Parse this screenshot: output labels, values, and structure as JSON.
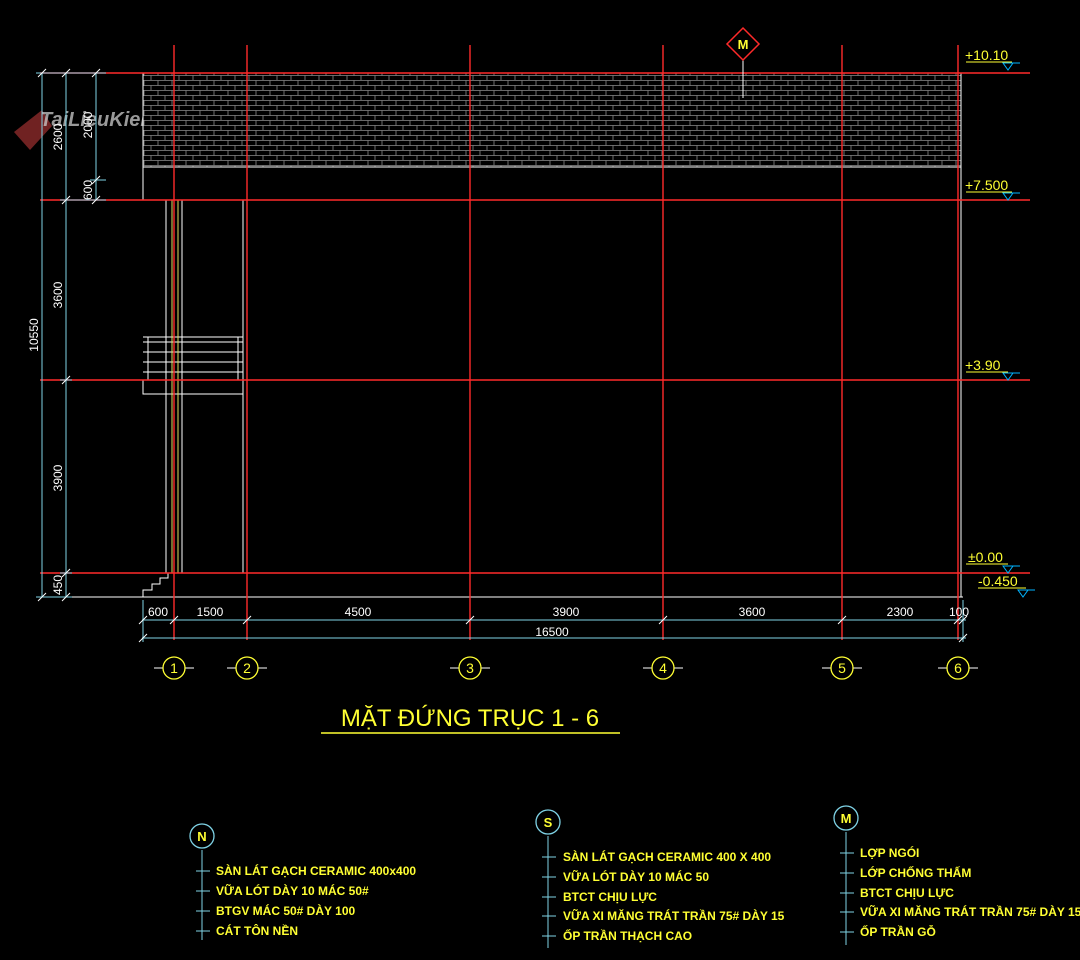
{
  "watermark": "TaiLieuKienTruc.Net",
  "drawing_title": "MẶT ĐỨNG TRỤC 1 - 6",
  "levels": [
    "+10.10",
    "+7.500",
    "+3.90",
    "±0.00",
    "-0.450"
  ],
  "vertical_dims": {
    "inner": [
      "2000",
      "600",
      "3600",
      "3900",
      "450"
    ],
    "mid": "2600",
    "overall": "10550"
  },
  "horizontal_dims": {
    "segments": [
      "600",
      "1500",
      "4500",
      "3900",
      "3600",
      "2300",
      "100"
    ],
    "total": "16500"
  },
  "axes": [
    "1",
    "2",
    "3",
    "4",
    "5",
    "6"
  ],
  "tag_on_roof": "M",
  "legends": [
    {
      "id": "N",
      "items": [
        "SÀN LÁT GẠCH CERAMIC 400x400",
        "VỮA LÓT DÀY 10 MÁC 50#",
        "BTGV MÁC 50# DÀY 100",
        "CÁT TÔN NỀN"
      ]
    },
    {
      "id": "S",
      "items": [
        "SÀN LÁT GẠCH CERAMIC 400 X 400",
        "VỮA LÓT DÀY 10 MÁC 50",
        "BTCT CHỊU LỰC",
        "VỮA XI MĂNG TRÁT TRẦN 75# DÀY 15",
        "ỐP TRẦN THẠCH CAO"
      ]
    },
    {
      "id": "M",
      "items": [
        "LỢP NGÓI",
        "LỚP CHỐNG THẤM",
        "BTCT CHỊU LỰC",
        "VỮA XI MĂNG TRÁT TRẦN 75# DÀY 15",
        "ỐP TRẦN GỖ"
      ]
    }
  ],
  "colors": {
    "background": "#000000",
    "grid_line": "#ff2a2a",
    "geometry": "#ffffff",
    "dimension": "#7fd3e6",
    "text": "#ffff33",
    "level_marker": "#00b4ff"
  }
}
